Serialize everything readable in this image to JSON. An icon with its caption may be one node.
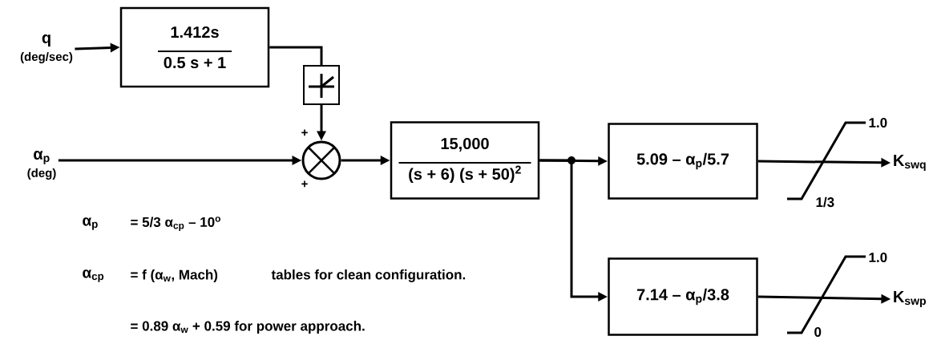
{
  "diagram": {
    "nodes": [
      {
        "text": [
          "q",
          "(deg/sec)"
        ]
      },
      {
        "text": [
          "1.412s",
          "0.5 s + 1"
        ]
      },
      {
        "text": [],
        "shape": "box"
      },
      {
        "text": [
          "α$_{p}$",
          "(deg)"
        ]
      },
      {
        "text": [],
        "shape": "circle"
      },
      {
        "text": [
          "15,000",
          "(s + 6) (s + 50)$^{2}$"
        ]
      },
      {
        "text": [
          "5.09 – α$_{p}$/5.7"
        ]
      },
      {
        "text": [
          "7.14 – α$_{p}$/3.8"
        ]
      },
      {
        "text": [
          "K$_{swq}$"
        ]
      },
      {
        "text": [
          "K$_{swp}$"
        ]
      }
    ],
    "edges": [
      {
        "from": 0,
        "to": 1,
        "arrow": "to"
      },
      {
        "from": 1,
        "to": 2,
        "arrow": "none"
      },
      {
        "from": 2,
        "to": 4,
        "arrow": "to"
      },
      {
        "from": 3,
        "to": 4,
        "arrow": "to"
      },
      {
        "from": 4,
        "to": 5,
        "arrow": "to"
      },
      {
        "from": 5,
        "to": 6,
        "arrow": "to"
      },
      {
        "from": 5,
        "to": 7,
        "arrow": "to"
      },
      {
        "from": 6,
        "to": 8,
        "arrow": "to"
      },
      {
        "from": 7,
        "to": 9,
        "arrow": "to"
      }
    ],
    "labels": [
      "+",
      "+",
      "1.0",
      "1/3",
      "1.0",
      "0",
      "α$_{p}$",
      "= 5/3 α$_{cp}$ – 10$^{o}$",
      "α$_{cp}$",
      "= f (α$_{w}$, Mach)",
      "tables for clean configuration.",
      "= 0.89 α$_{w}$ + 0.59 for power approach."
    ]
  }
}
